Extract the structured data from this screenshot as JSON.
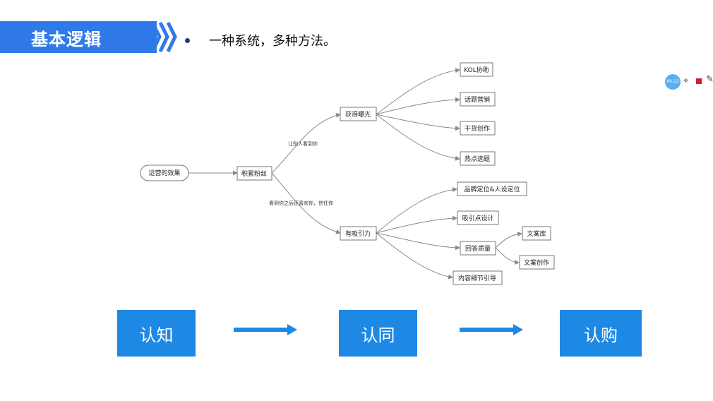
{
  "header": {
    "title": "基本逻辑",
    "subtitle": "一种系统，多种方法。"
  },
  "widget": {
    "timer": "00:22",
    "icons": [
      "timer-icon",
      "cursor-icon",
      "stop-icon",
      "pen-icon"
    ]
  },
  "mindmap": {
    "root": "运营的效果",
    "level1": "积累粉丝",
    "branch_top": {
      "edge_label": "让别人看到你",
      "node": "获得曝光",
      "leaves": [
        "KOL协助",
        "话题营销",
        "干货创作",
        "热点选题"
      ]
    },
    "branch_bottom": {
      "edge_label": "看到你之后还喜欢你，信任你",
      "node": "有吸引力",
      "leaves": [
        "品牌定位&人设定位",
        "吸引点设计",
        "回答质量",
        "内容细节引导"
      ],
      "sub_leaves": [
        "文案库",
        "文案创作"
      ]
    }
  },
  "stages": [
    "认知",
    "认同",
    "认购"
  ],
  "colors": {
    "banner_blue": "#2f7ae8",
    "stage_blue": "#1e88e5",
    "line_gray": "#8a8a8a"
  }
}
